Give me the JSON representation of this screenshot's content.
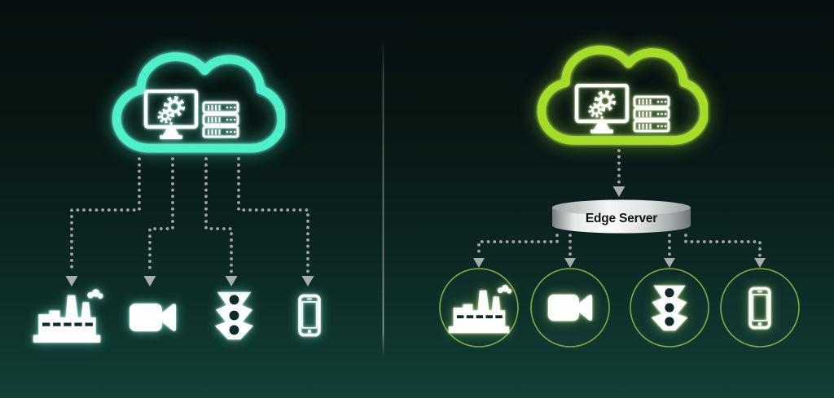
{
  "left_panel": {
    "name": "cloud-computing-side",
    "cloud": {
      "glow_color": "#4df0c8",
      "contents": [
        "computer-with-gears",
        "server-rack"
      ]
    },
    "devices": [
      {
        "icon": "factory"
      },
      {
        "icon": "video-camera"
      },
      {
        "icon": "traffic-light"
      },
      {
        "icon": "smartphone"
      }
    ]
  },
  "right_panel": {
    "name": "edge-computing-side",
    "cloud": {
      "glow_color": "#a4dc27",
      "contents": [
        "computer-with-gears",
        "server-rack"
      ]
    },
    "edge_server": {
      "label": "Edge Server",
      "surface_color": "#e9ecec"
    },
    "devices": [
      {
        "icon": "factory"
      },
      {
        "icon": "video-camera"
      },
      {
        "icon": "traffic-light"
      },
      {
        "icon": "smartphone"
      }
    ],
    "device_circle_color": "#7fae3a"
  },
  "connectors": {
    "style": "dotted",
    "dot_color": "#9fa5a2",
    "arrow_color": "#a8adab"
  },
  "background": {
    "top": "#061010",
    "bottom": "#114037"
  }
}
